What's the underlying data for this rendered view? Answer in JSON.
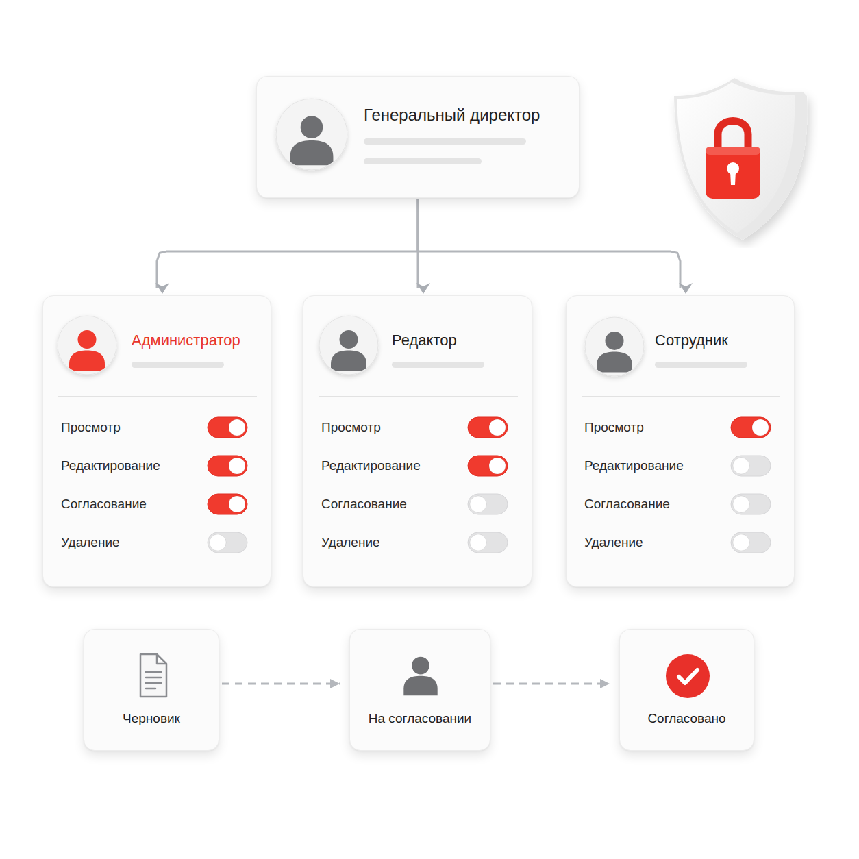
{
  "diagram": {
    "nodes": [
      {
        "text": [
          "Генеральный директор"
        ]
      },
      {
        "text": [
          "Администратор",
          "Просмотр",
          "Редактирование",
          "Согласование",
          "Удаление"
        ]
      },
      {
        "text": [
          "Редактор",
          "Просмотр",
          "Редактирование",
          "Согласование",
          "Удаление"
        ]
      },
      {
        "text": [
          "Сотрудник",
          "Просмотр",
          "Редактирование",
          "Согласование",
          "Удаление"
        ]
      },
      {
        "text": [
          "Черновик"
        ]
      },
      {
        "text": [
          "На согласовании"
        ]
      },
      {
        "text": [
          "Согласовано"
        ]
      }
    ],
    "edges": [
      {
        "from": 0,
        "to": 1,
        "arrow": "to"
      },
      {
        "from": 0,
        "to": 2,
        "arrow": "to"
      },
      {
        "from": 0,
        "to": 3,
        "arrow": "to"
      },
      {
        "from": 4,
        "to": 5,
        "arrow": "to"
      },
      {
        "from": 5,
        "to": 6,
        "arrow": "to"
      }
    ]
  }
}
